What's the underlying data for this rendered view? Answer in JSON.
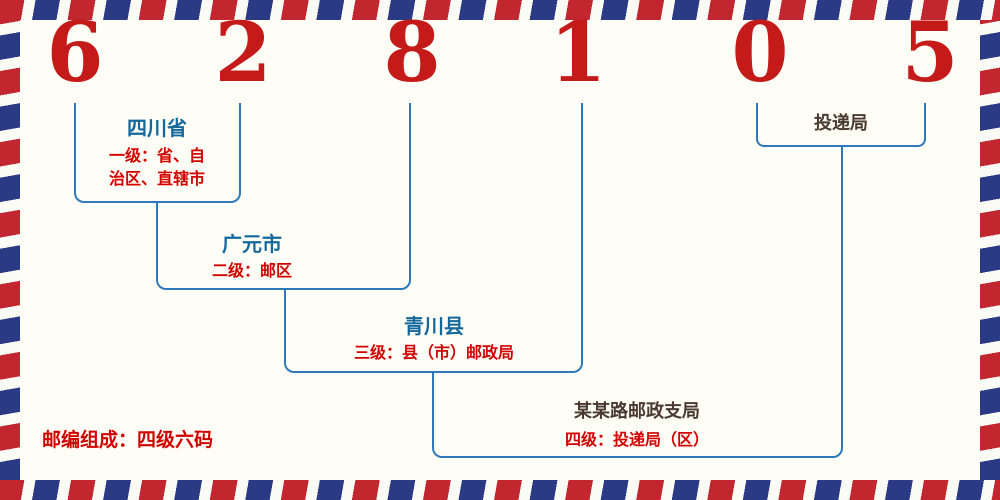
{
  "postal_code": {
    "value": "628105",
    "digits": [
      "6",
      "2",
      "8",
      "1",
      "0",
      "5"
    ]
  },
  "levels": [
    {
      "place": "四川省",
      "desc": "一级：省、自治区、直辖市"
    },
    {
      "place": "广元市",
      "desc": "二级：邮区"
    },
    {
      "place": "青川县",
      "desc": "三级：县（市）邮政局"
    },
    {
      "place": "某某路邮政支局",
      "desc": "四级：投递局（区）"
    }
  ],
  "top_right_label": "投递局",
  "footer_note": "邮编组成：四级六码",
  "colors": {
    "digit_red": "#c51a1a",
    "line_blue": "#2e78bb",
    "place_blue": "#15689c",
    "desc_red": "#d40000",
    "dark_label": "#4a3a30",
    "border_red": "#c2262e",
    "border_blue": "#2b3a85",
    "background": "#fffef6"
  }
}
